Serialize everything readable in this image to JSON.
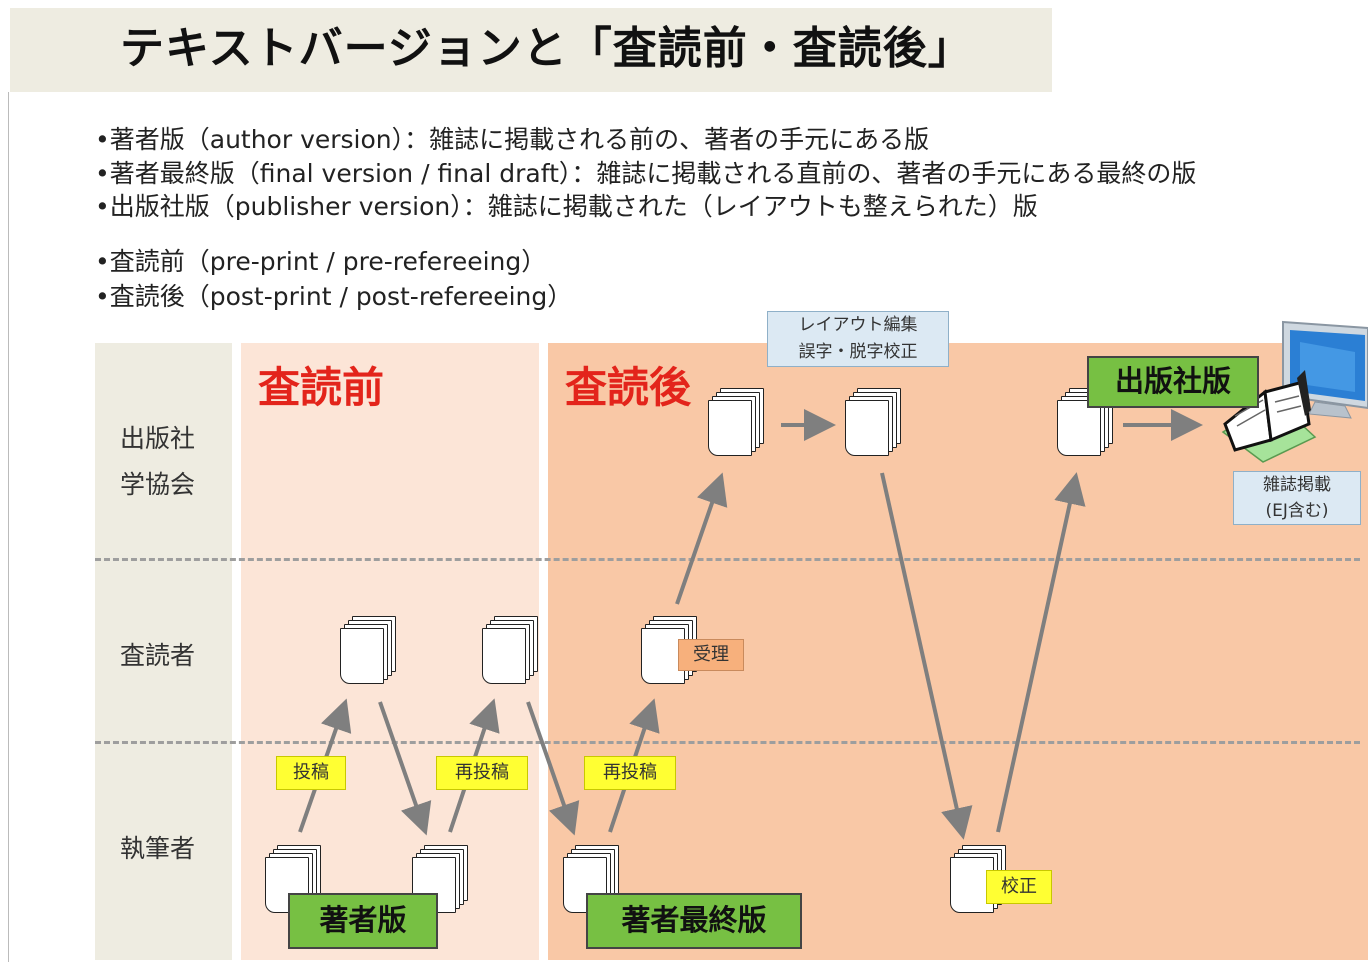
{
  "title": "テキストバージョンと「査読前・査読後」",
  "bullets": [
    "•著者版（author version）：雑誌に掲載される前の、著者の手元にある版",
    "•著者最終版（final version / final draft）：雑誌に掲載される直前の、著者の手元にある最終の版",
    "•出版社版（publisher version）：雑誌に掲載された（レイアウトも整えられた）版",
    "•査読前（pre-print / pre-refereeing）",
    "•査読後（post-print / post-refereeing）"
  ],
  "roles": {
    "publisher_line1": "出版社",
    "publisher_line2": "学協会",
    "reviewer": "査読者",
    "author": "執筆者"
  },
  "phases": {
    "pre": "査読前",
    "post": "査読後"
  },
  "labels": {
    "submit": "投稿",
    "resubmit1": "再投稿",
    "resubmit2": "再投稿",
    "accepted": "受理",
    "proof": "校正",
    "layout_line1": "レイアウト編集",
    "layout_line2": "誤字・脱字校正",
    "journal_line1": "雑誌掲載",
    "journal_line2": "(EJ含む)"
  },
  "versions": {
    "author": "著者版",
    "final": "著者最終版",
    "publisher": "出版社版"
  },
  "colors": {
    "title_bg": "#eeece1",
    "role_column": "#eeece1",
    "pre_zone": "#fce5d7",
    "post_zone": "#f9c8a6",
    "phase_text": "#e3241b",
    "version_box": "#77c043",
    "step_label": "#ffff33",
    "accepted_label": "#f7b07c",
    "note_box": "#dce9f3",
    "arrow": "#7f7f7f"
  },
  "icons": [
    "document-stack-icon",
    "open-book-icon",
    "monitor-icon"
  ]
}
